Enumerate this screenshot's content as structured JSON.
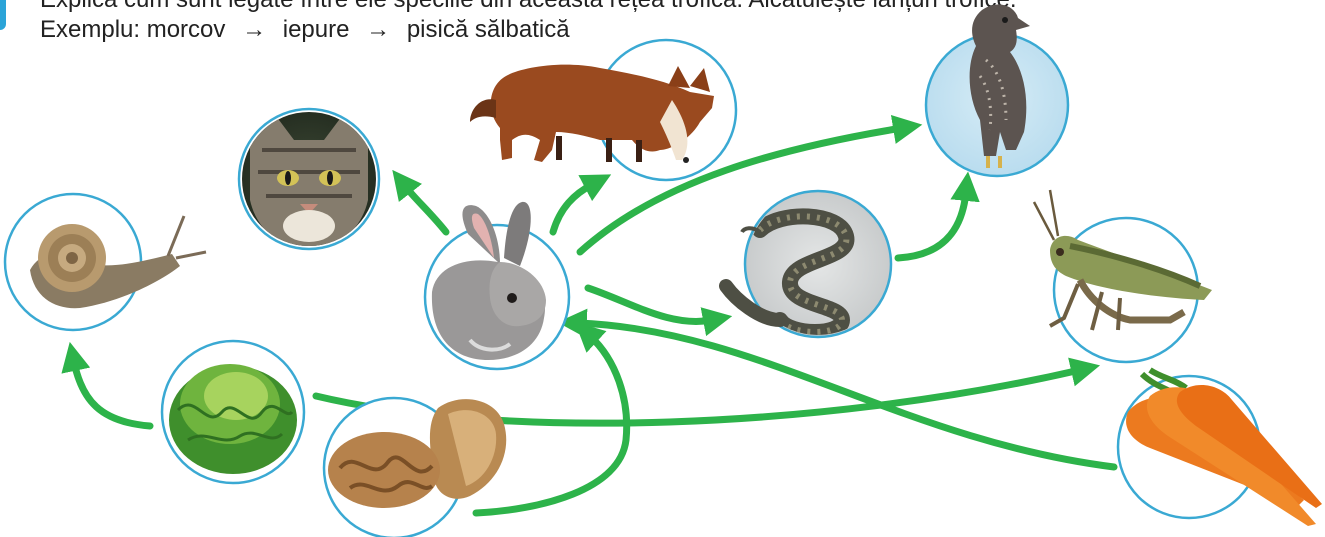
{
  "header": {
    "cut_line": "Explică cum sunt legate între ele speciile din această rețea trofică. Alcătuiește lanțuri trofice.",
    "example_prefix": "Exemplu:",
    "example_chain": [
      "morcov",
      "iepure",
      "pisică sălbatică"
    ],
    "arrow_glyph": "→",
    "accent_color": "#2ba4d8"
  },
  "organisms": [
    {
      "id": "fox",
      "name": "vulpe",
      "icon": "fox-icon"
    },
    {
      "id": "cat",
      "name": "pisică sălbatică",
      "icon": "wildcat-icon"
    },
    {
      "id": "eagle",
      "name": "pasăre de pradă",
      "icon": "bird-of-prey-icon"
    },
    {
      "id": "rabbit",
      "name": "iepure",
      "icon": "rabbit-icon"
    },
    {
      "id": "snail",
      "name": "melc",
      "icon": "snail-icon"
    },
    {
      "id": "snake",
      "name": "șarpe",
      "icon": "snake-icon"
    },
    {
      "id": "grasshopper",
      "name": "lăcustă",
      "icon": "grasshopper-icon"
    },
    {
      "id": "lettuce",
      "name": "salată",
      "icon": "lettuce-icon"
    },
    {
      "id": "walnut",
      "name": "nucă",
      "icon": "walnut-icon"
    },
    {
      "id": "carrot",
      "name": "morcov",
      "icon": "carrot-icon"
    }
  ],
  "links": [
    {
      "from": "rabbit",
      "to": "cat"
    },
    {
      "from": "rabbit",
      "to": "fox"
    },
    {
      "from": "rabbit",
      "to": "eagle"
    },
    {
      "from": "rabbit",
      "to": "snake"
    },
    {
      "from": "snake",
      "to": "eagle"
    },
    {
      "from": "lettuce",
      "to": "snail"
    },
    {
      "from": "lettuce",
      "to": "grasshopper"
    },
    {
      "from": "walnut",
      "to": "rabbit"
    },
    {
      "from": "carrot",
      "to": "rabbit"
    }
  ],
  "colors": {
    "arrow": "#2db34a",
    "ring": "#3aa9d3"
  }
}
